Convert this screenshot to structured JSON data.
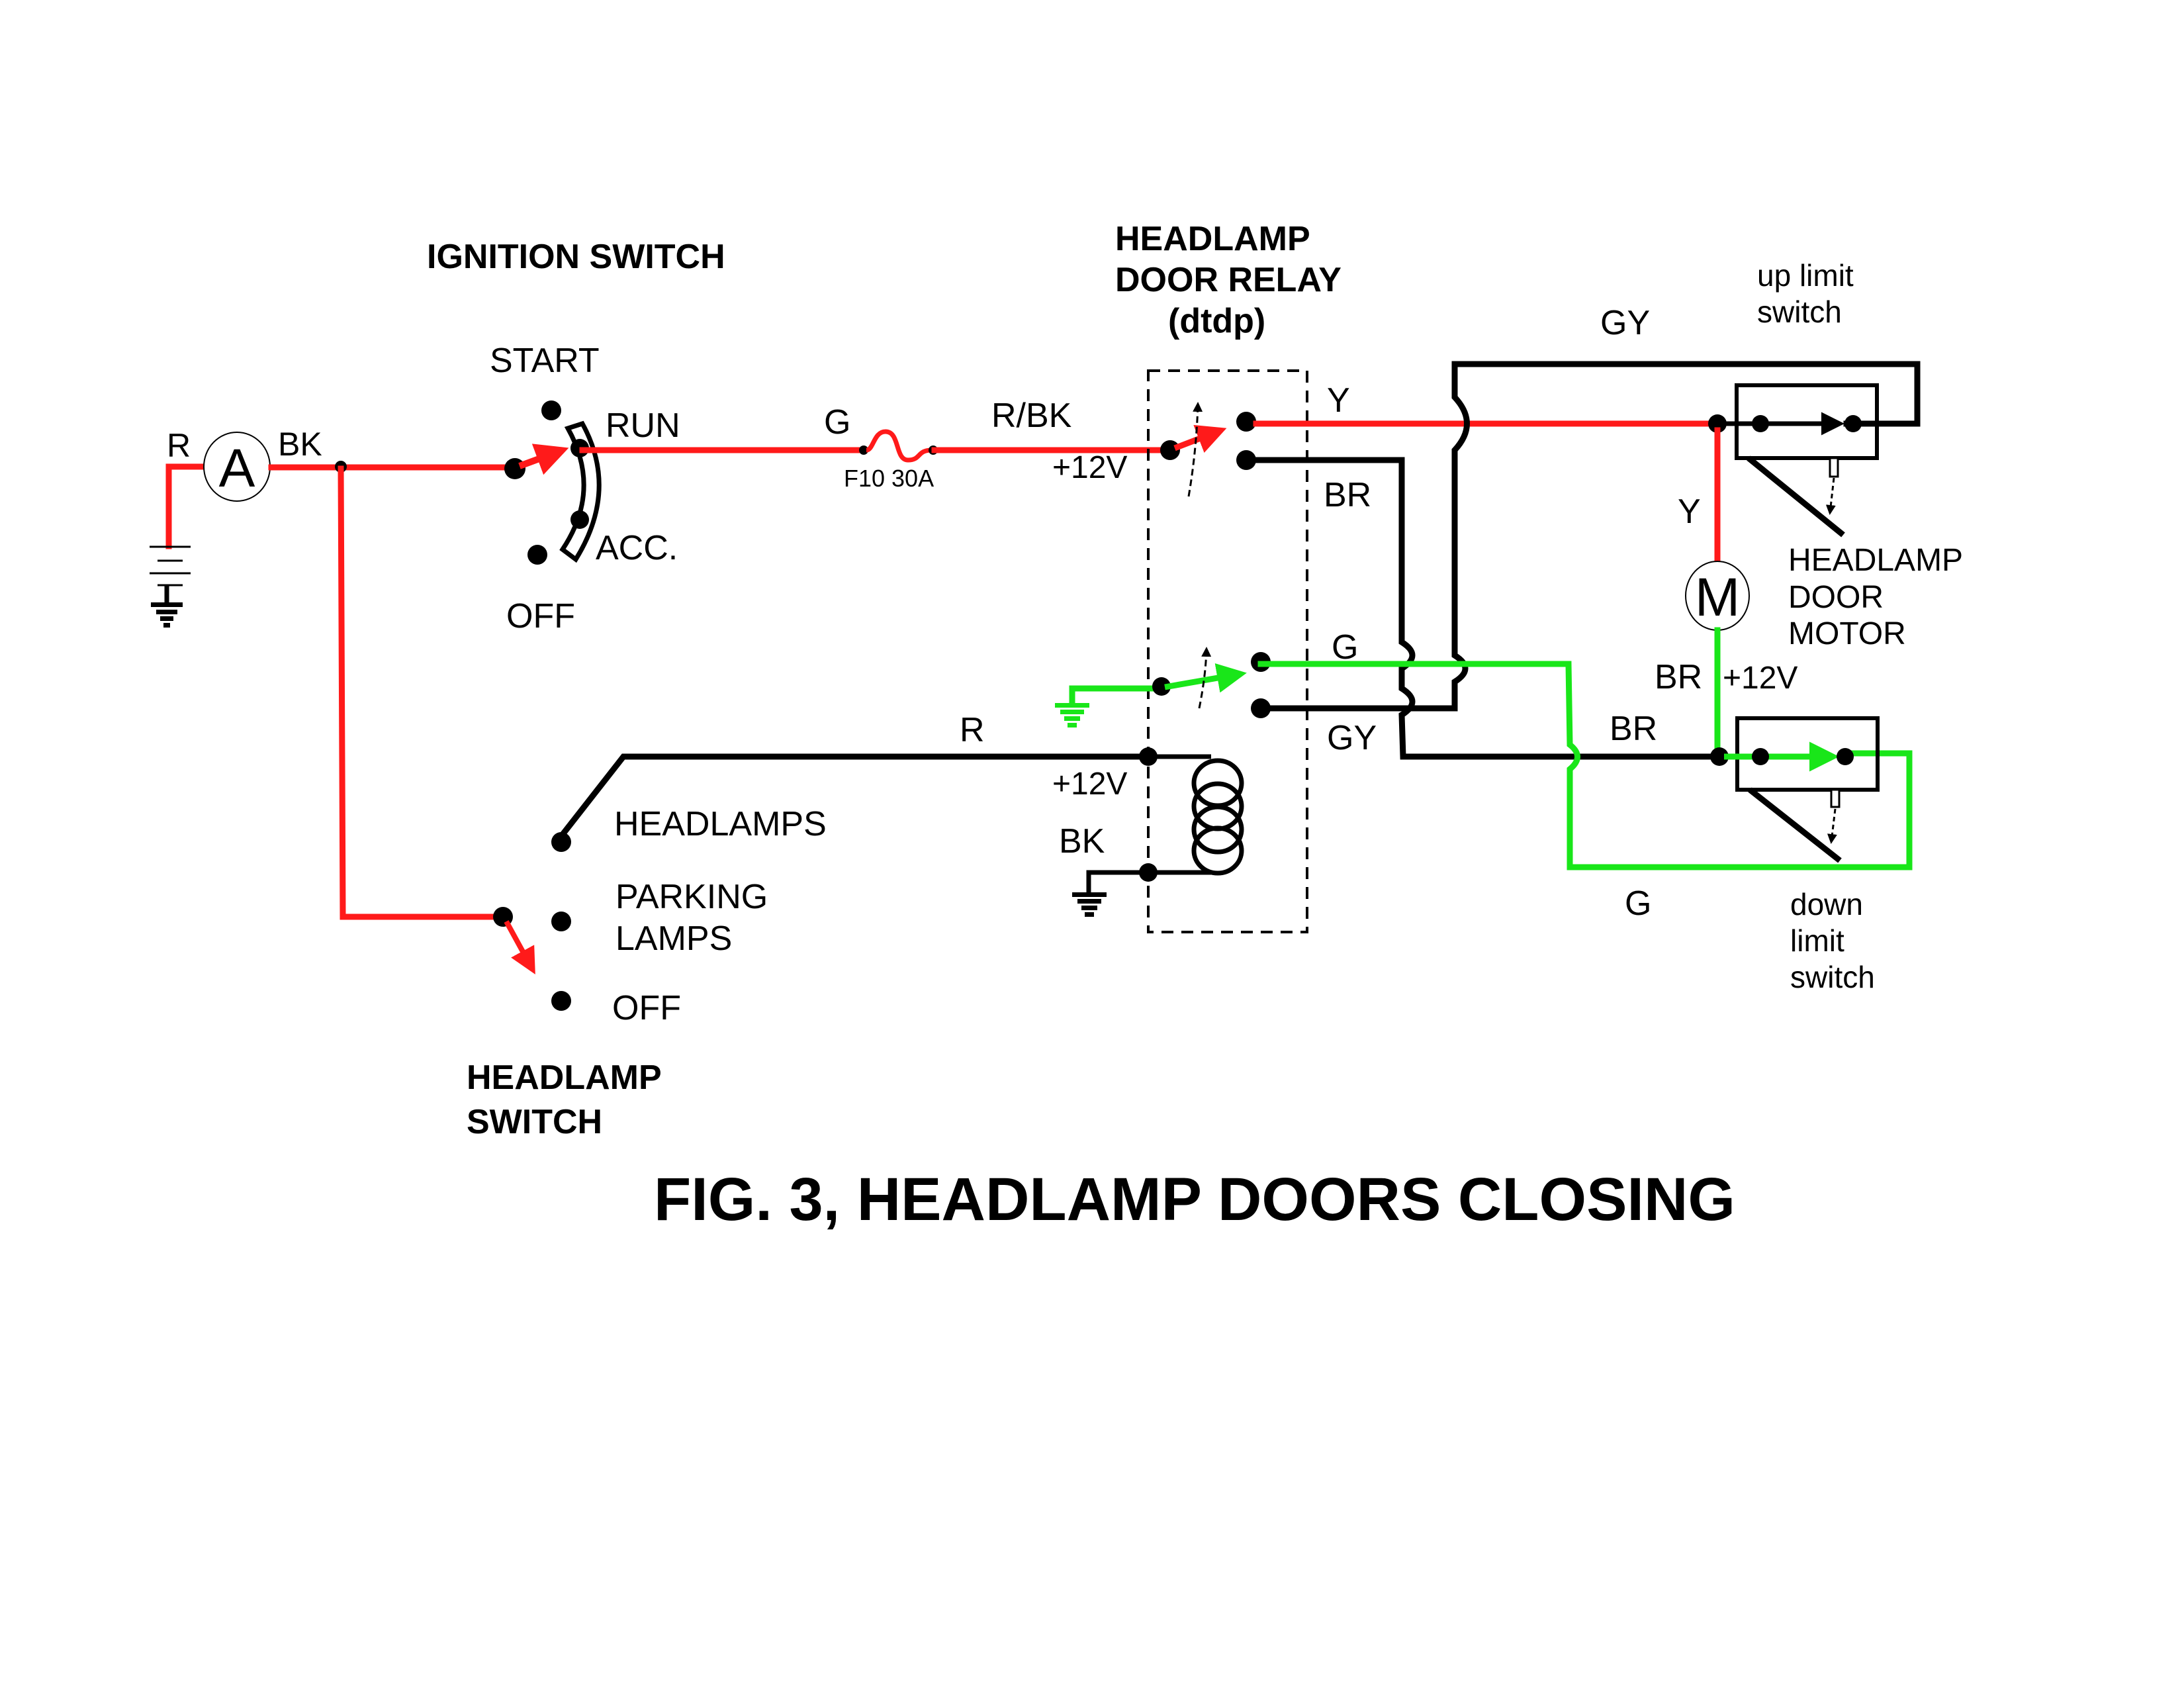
{
  "figure": {
    "title": "FIG. 3, HEADLAMP DOORS CLOSING"
  },
  "colors": {
    "energized_positive": "#ff1a1a",
    "energized_ground": "#19e619",
    "unpowered": "#000000"
  },
  "ammeter": {
    "symbol": "A",
    "input_wire": "R",
    "output_wire": "BK"
  },
  "ignition_switch": {
    "title": "IGNITION SWITCH",
    "positions": [
      "START",
      "RUN",
      "ACC.",
      "OFF"
    ],
    "selected": "RUN"
  },
  "fuse": {
    "wire_in": "G",
    "label": "F10 30A",
    "wire_out": "R/BK"
  },
  "relay": {
    "title_line1": "HEADLAMP",
    "title_line2": "DOOR RELAY",
    "title_line3": "(dtdp)",
    "upper": {
      "supply": "+12V",
      "contact_nc": "Y",
      "contact_no": "BR"
    },
    "lower": {
      "contact_a": "G",
      "contact_b": "GY"
    },
    "coil": {
      "feed_wire": "R",
      "feed_voltage": "+12V",
      "ground_wire": "BK"
    }
  },
  "motor": {
    "symbol": "M",
    "name_line1": "HEADLAMP",
    "name_line2": "DOOR",
    "name_line3": "MOTOR",
    "top_wire": "Y",
    "bottom_wire": "BR",
    "bottom_voltage": "+12V"
  },
  "up_limit_switch": {
    "label_line1": "up limit",
    "label_line2": "switch",
    "wire": "GY"
  },
  "down_limit_switch": {
    "label_line1": "down",
    "label_line2": "limit",
    "label_line3": "switch",
    "wire_in": "BR",
    "wire_loop": "G"
  },
  "headlamp_switch": {
    "title_line1": "HEADLAMP",
    "title_line2": "SWITCH",
    "positions": [
      "HEADLAMPS",
      "PARKING",
      "LAMPS",
      "OFF"
    ],
    "selected": "OFF"
  }
}
